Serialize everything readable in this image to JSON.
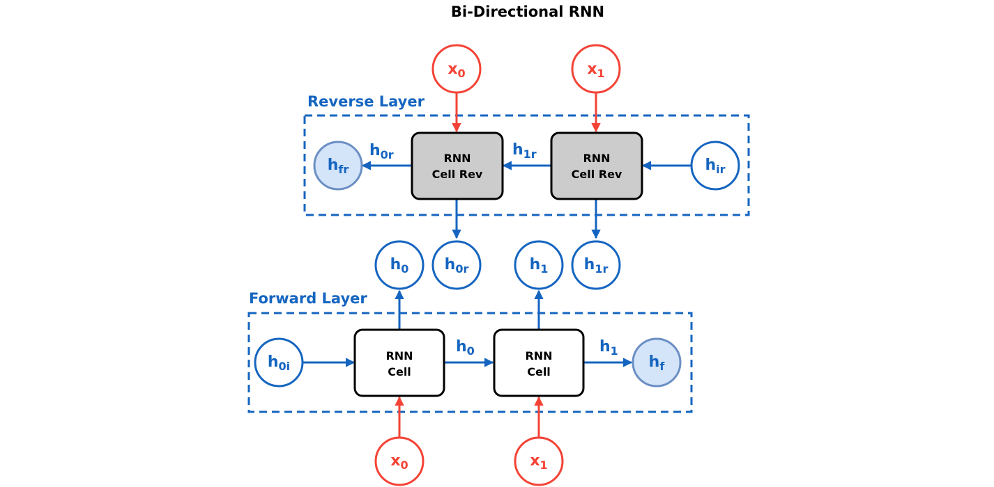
{
  "title": "Bi-Directional RNN",
  "layers": {
    "reverse": {
      "label": "Reverse Layer",
      "cells": [
        {
          "line1": "RNN",
          "line2": "Cell Rev"
        },
        {
          "line1": "RNN",
          "line2": "Cell Rev"
        }
      ]
    },
    "forward": {
      "label": "Forward Layer",
      "cells": [
        {
          "line1": "RNN",
          "line2": "Cell"
        },
        {
          "line1": "RNN",
          "line2": "Cell"
        }
      ]
    }
  },
  "nodes": {
    "x0_top": {
      "base": "x",
      "sub": "0"
    },
    "x1_top": {
      "base": "x",
      "sub": "1"
    },
    "h_fr": {
      "base": "h",
      "sub": "fr"
    },
    "h_ir": {
      "base": "h",
      "sub": "ir"
    },
    "h0_out": {
      "base": "h",
      "sub": "0"
    },
    "h0r_out": {
      "base": "h",
      "sub": "0r"
    },
    "h1_out": {
      "base": "h",
      "sub": "1"
    },
    "h1r_out": {
      "base": "h",
      "sub": "1r"
    },
    "h_0i": {
      "base": "h",
      "sub": "0i"
    },
    "h_f": {
      "base": "h",
      "sub": "f"
    },
    "x0_bot": {
      "base": "x",
      "sub": "0"
    },
    "x1_bot": {
      "base": "x",
      "sub": "1"
    }
  },
  "edge_labels": {
    "h0r": {
      "base": "h",
      "sub": "0r"
    },
    "h1r": {
      "base": "h",
      "sub": "1r"
    },
    "h0": {
      "base": "h",
      "sub": "0"
    },
    "h1": {
      "base": "h",
      "sub": "1"
    }
  },
  "colors": {
    "blue": "#1565c0",
    "red": "#f44336",
    "final_fill": "#d4e4f9",
    "final_stroke": "#6b8fc4",
    "rev_cell_fill": "#cccccc",
    "fwd_cell_fill": "#ffffff",
    "text_dark": "#000000"
  }
}
